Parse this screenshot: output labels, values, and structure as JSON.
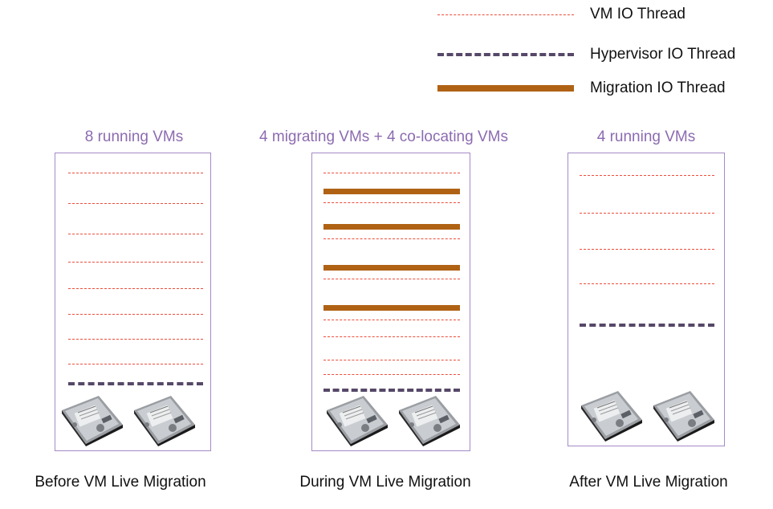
{
  "legend": [
    {
      "label": "VM IO Thread",
      "style": "vm"
    },
    {
      "label": "Hypervisor IO Thread",
      "style": "hyp"
    },
    {
      "label": "Migration IO Thread",
      "style": "mig"
    }
  ],
  "colors": {
    "vm_thread": "#ee4d3a",
    "hypervisor_thread": "#564868",
    "migration_thread": "#b06214",
    "title": "#8c6bb1",
    "box_border": "#a48ac6"
  },
  "panels": [
    {
      "title": "8 running VMs",
      "caption": "Before VM Live Migration",
      "threads": [
        "vm",
        "vm",
        "vm",
        "vm",
        "vm",
        "vm",
        "vm",
        "vm",
        "hyp"
      ],
      "disks": 2
    },
    {
      "title": "4 migrating VMs + 4 co-locating VMs",
      "caption": "During VM Live Migration",
      "threads": [
        "vm",
        "mig",
        "vm",
        "mig",
        "vm",
        "mig",
        "vm",
        "mig",
        "vm",
        "vm",
        "vm",
        "vm",
        "hyp"
      ],
      "disks": 2
    },
    {
      "title": "4 running VMs",
      "caption": "After VM Live Migration",
      "threads": [
        "vm",
        "vm",
        "vm",
        "vm",
        "hyp"
      ],
      "disks": 2
    }
  ],
  "icons": {
    "disk": "hard-disk-icon"
  }
}
